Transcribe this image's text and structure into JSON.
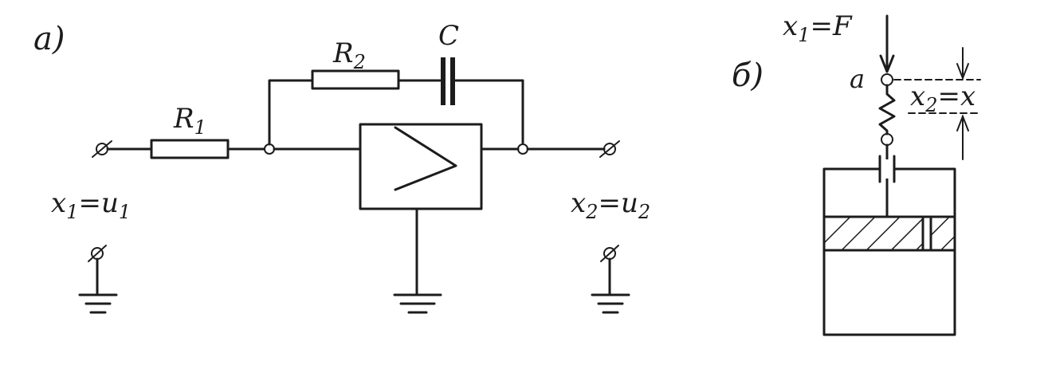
{
  "diagram_a": {
    "panel_label": "a)",
    "resistor_r1": {
      "name": "R",
      "sub": "1"
    },
    "resistor_r2": {
      "name": "R",
      "sub": "2"
    },
    "capacitor": {
      "name": "C"
    },
    "input_label": {
      "var": "x",
      "var_sub": "1",
      "eq": "=",
      "val": "u",
      "val_sub": "1"
    },
    "output_label": {
      "var": "x",
      "var_sub": "2",
      "eq": "=",
      "val": "u",
      "val_sub": "2"
    }
  },
  "diagram_b": {
    "panel_label": "б)",
    "force_label": {
      "var": "x",
      "var_sub": "1",
      "eq": "=",
      "val": "F"
    },
    "point_label": "a",
    "displacement_label": {
      "var": "x",
      "var_sub": "2",
      "eq": "=",
      "val": "x"
    }
  },
  "colors": {
    "ink": "#1c1c1c",
    "paper": "#ffffff"
  }
}
